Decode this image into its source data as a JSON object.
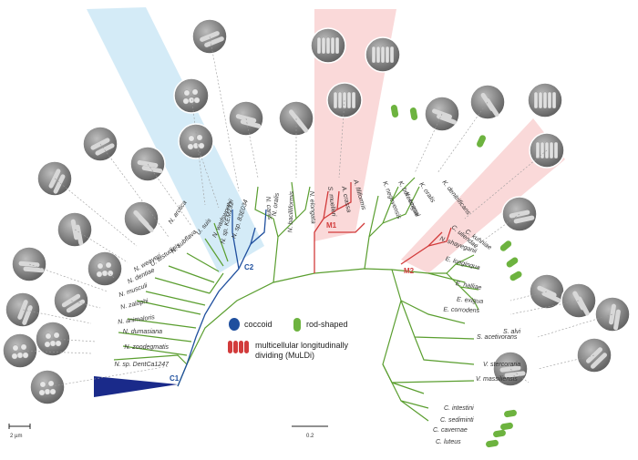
{
  "colors": {
    "tree": "#5a9e2f",
    "coccoid": "#1f4f9e",
    "rod": "#6db33f",
    "mulldi": "#d23b3b",
    "c1_wedge": "#1a2a8a",
    "c2_fan": "#c9e6f5",
    "m_fan": "#f8cccc",
    "photo_bg": "#4a4a4a"
  },
  "legend": {
    "coccoid": "coccoid",
    "rod": "rod-shaped",
    "mulldi_line1": "multicellular longitudinally",
    "mulldi_line2": "dividing (MuLDi)"
  },
  "clades": {
    "c1": "C1",
    "c2": "C2",
    "m1": "M1",
    "m2": "M2"
  },
  "scale_bars": {
    "micro": "2 µm",
    "tree": "0.2"
  },
  "taxa": [
    "N. sp. DentCa1247",
    "N. zoodegmatis",
    "N. dumasiana",
    "N. animaloris",
    "N. zalophi",
    "N. musculi",
    "N. dentiae",
    "N. weaveri",
    "U. testudinis",
    "N. subflava",
    "U. suis",
    "N. arctica",
    "N. sp. KEM232",
    "N. canis",
    "N. wadsworthii",
    "N. sp. 83E034",
    "N. oralis",
    "N. bacilliformis",
    "N. elongata",
    "S. muelleri",
    "A. crassa",
    "A. filiformis",
    "K. negevensis",
    "K. boreoconal",
    "K. oralis",
    "K. kingae",
    "K. denitrificans",
    "C. uliendae",
    "C. kuhniae",
    "N. shayeganii",
    "E. longinqua",
    "E. halliae",
    "E. exigua",
    "E. corrodens",
    "S. acetivorans",
    "S. alvi",
    "V. stercoraria",
    "V. massiliensis",
    "C. intestini",
    "C. sediminti",
    "C. cavernae",
    "C. luteus"
  ]
}
